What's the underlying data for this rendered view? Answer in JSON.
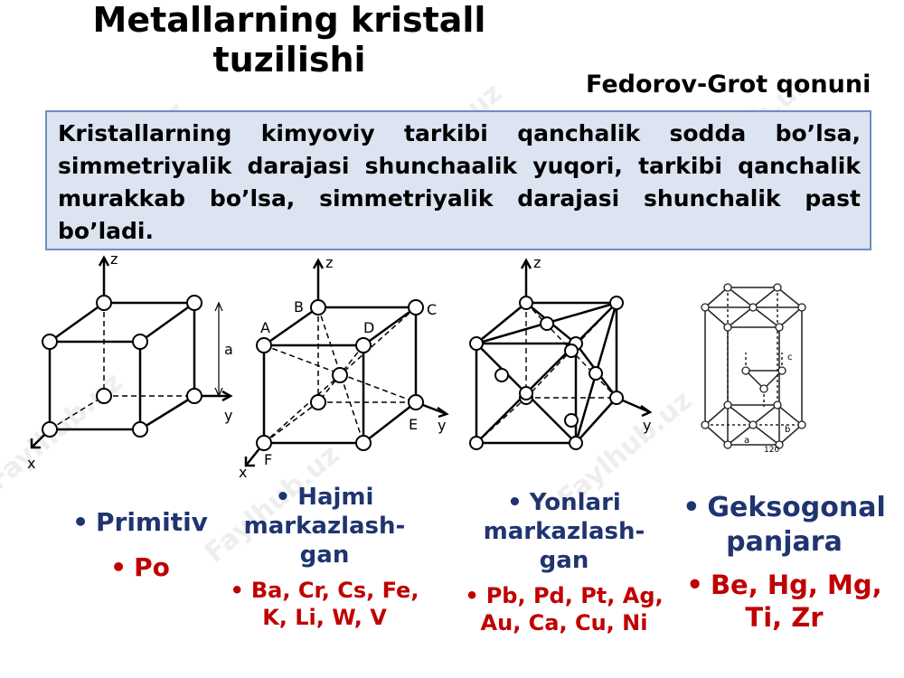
{
  "title": "Metallarning kristall tuzilishi",
  "law_title": "Fedorov-Grot qonuni",
  "law_text": "Kristallarning kimyoviy tarkibi qanchalik sodda bo’lsa, simmetriyalik darajasi shunchaalik yuqori, tarkibi qanchalik murakkab bo’lsa, simmetriyalik darajasi shunchalik past bo’ladi.",
  "watermark": "Faylhub.uz",
  "lattices": [
    {
      "name": "Primitiv",
      "elements": "Po"
    },
    {
      "name": "Hajmi markazlash-gan",
      "elements": "Ba, Cr, Cs, Fe, K, Li, W, V"
    },
    {
      "name": "Yonlari markazlash-gan",
      "elements": "Pb, Pd, Pt, Ag, Au, Ca, Cu, Ni"
    },
    {
      "name": "Geksogonal panjara",
      "elements": "Be, Hg, Mg, Ti, Zr"
    }
  ],
  "diagram_labels": {
    "axis_x": "x",
    "axis_y": "y",
    "axis_z": "z",
    "edge": "a",
    "bcc_points": [
      "A",
      "B",
      "C",
      "D",
      "E",
      "F"
    ],
    "hex_labels": [
      "c",
      "a",
      "b",
      "120"
    ]
  },
  "colors": {
    "name": "#1f3470",
    "elements": "#c00000",
    "box_fill": "#dbe4f0",
    "box_border": "#6f8fc3"
  }
}
